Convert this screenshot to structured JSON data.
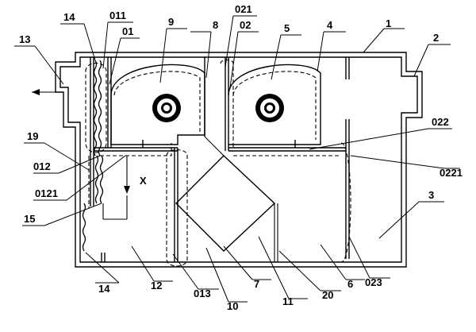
{
  "labels": {
    "l1": "1",
    "l2": "2",
    "l3": "3",
    "l4": "4",
    "l5": "5",
    "l6": "6",
    "l7": "7",
    "l8": "8",
    "l9": "9",
    "l10": "10",
    "l11": "11",
    "l12": "12",
    "l13": "13",
    "l14_top": "14",
    "l14_bottom": "14",
    "l15": "15",
    "l19": "19",
    "l20": "20",
    "l01": "01",
    "l011": "011",
    "l012": "012",
    "l013": "013",
    "l0121": "0121",
    "l02": "02",
    "l021": "021",
    "l022": "022",
    "l0221": "0221",
    "l023": "023",
    "x_axis": "X"
  }
}
